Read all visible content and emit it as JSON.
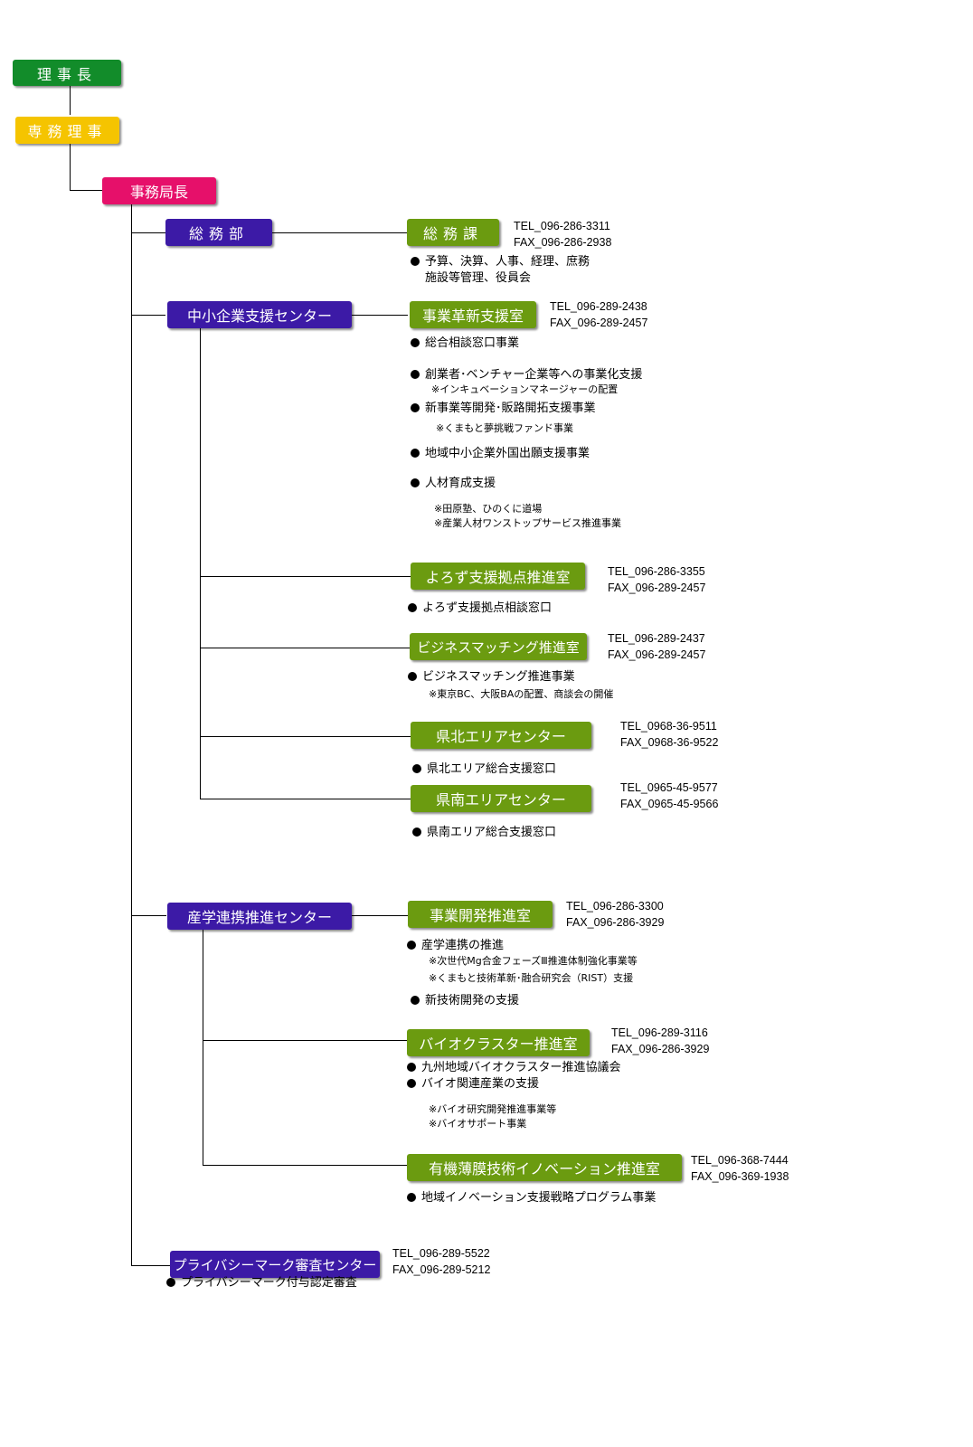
{
  "boxes": {
    "rijicho": "理事長",
    "senmu": "専務理事",
    "jimukyokucho": "事務局長",
    "somubu": "総務部",
    "chusho_center": "中小企業支援センター",
    "sangaku_center": "産学連携推進センター",
    "privacy_center": "プライバシーマーク審査センター",
    "somuka": "総務課",
    "jigyo_kakushin": "事業革新支援室",
    "yorozu": "よろず支援拠点推進室",
    "business_matching": "ビジネスマッチング推進室",
    "kenhoku": "県北エリアセンター",
    "kennan": "県南エリアセンター",
    "jigyo_kaihatsu": "事業開発推進室",
    "bio_cluster": "バイオクラスター推進室",
    "yuki_hakumaku": "有機薄膜技術イノベーション推進室"
  },
  "contacts": {
    "somuka_tel": "TEL_096-286-3311",
    "somuka_fax": "FAX_096-286-2938",
    "kakushin_tel": "TEL_096-289-2438",
    "kakushin_fax": "FAX_096-289-2457",
    "yorozu_tel": "TEL_096-286-3355",
    "yorozu_fax": "FAX_096-289-2457",
    "bm_tel": "TEL_096-289-2437",
    "bm_fax": "FAX_096-289-2457",
    "kenhoku_tel": "TEL_0968-36-9511",
    "kenhoku_fax": "FAX_0968-36-9522",
    "kennan_tel": "TEL_0965-45-9577",
    "kennan_fax": "FAX_0965-45-9566",
    "kaihatsu_tel": "TEL_096-286-3300",
    "kaihatsu_fax": "FAX_096-286-3929",
    "bio_tel": "TEL_096-289-3116",
    "bio_fax": "FAX_096-286-3929",
    "yuki_tel": "TEL_096-368-7444",
    "yuki_fax": "FAX_096-369-1938",
    "privacy_tel": "TEL_096-289-5522",
    "privacy_fax": "FAX_096-289-5212"
  },
  "duties": {
    "somuka_1": "予算、決算、人事、経理、庶務",
    "somuka_2": "施設等管理、役員会",
    "kakushin_1": "総合相談窓口事業",
    "kakushin_2": "創業者･ベンチャー企業等への事業化支援",
    "kakushin_2_note": "※インキュベーションマネージャーの配置",
    "kakushin_3": "新事業等開発･販路開拓支援事業",
    "kakushin_3_note": "※くまもと夢挑戦ファンド事業",
    "kakushin_4": "地域中小企業外国出願支援事業",
    "kakushin_5": "人材育成支援",
    "kakushin_5_note1": "※田原塾、ひのくに道場",
    "kakushin_5_note2": "※産業人材ワンストップサービス推進事業",
    "yorozu_1": "よろず支援拠点相談窓口",
    "bm_1": "ビジネスマッチング推進事業",
    "bm_1_note": "※東京BC、大阪BAの配置、商談会の開催",
    "kenhoku_1": "県北エリア総合支援窓口",
    "kennan_1": "県南エリア総合支援窓口",
    "kaihatsu_1": "産学連携の推進",
    "kaihatsu_1_note1": "※次世代Mg合金フェーズⅢ推進体制強化事業等",
    "kaihatsu_1_note2": "※くまもと技術革新･融合研究会（RIST）支援",
    "kaihatsu_2": "新技術開発の支援",
    "bio_1": "九州地域バイオクラスター推進協議会",
    "bio_2": "バイオ関連産業の支援",
    "bio_note1": "※バイオ研究開発推進事業等",
    "bio_note2": "※バイオサポート事業",
    "yuki_1": "地域イノベーション支援戦略プログラム事業",
    "privacy_1": "プライバシーマーク付与認定審査"
  }
}
